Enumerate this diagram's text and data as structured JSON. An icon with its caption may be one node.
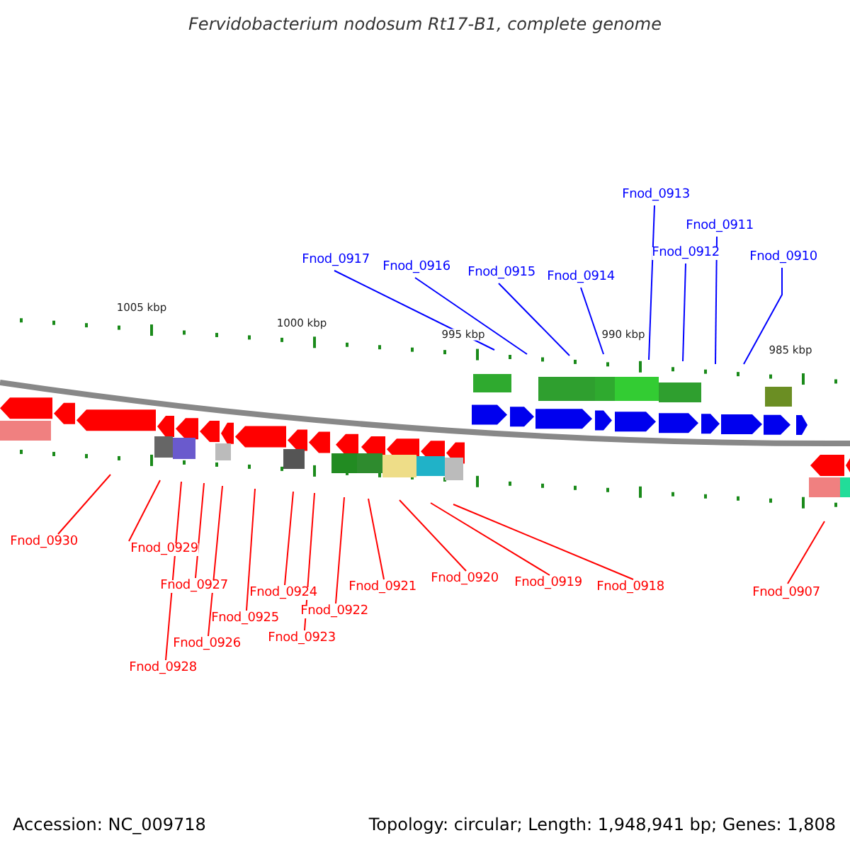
{
  "diagram": {
    "title": "Fervidobacterium nodosum Rt17-B1, complete genome",
    "nodes": [
      {
        "text": [
          "Fnod_0917"
        ]
      },
      {
        "text": [
          "Fnod_0916"
        ]
      },
      {
        "text": [
          "Fnod_0915"
        ]
      },
      {
        "text": [
          "Fnod_0914"
        ]
      },
      {
        "text": [
          "Fnod_0913"
        ]
      },
      {
        "text": [
          "Fnod_0912"
        ]
      },
      {
        "text": [
          "Fnod_0911"
        ]
      },
      {
        "text": [
          "Fnod_0910"
        ]
      },
      {
        "text": [
          "Fnod_0930"
        ]
      },
      {
        "text": [
          "Fnod_0929"
        ]
      },
      {
        "text": [
          "Fnod_0928"
        ]
      },
      {
        "text": [
          "Fnod_0927"
        ]
      },
      {
        "text": [
          "Fnod_0926"
        ]
      },
      {
        "text": [
          "Fnod_0925"
        ]
      },
      {
        "text": [
          "Fnod_0924"
        ]
      },
      {
        "text": [
          "Fnod_0923"
        ]
      },
      {
        "text": [
          "Fnod_0922"
        ]
      },
      {
        "text": [
          "Fnod_0921"
        ]
      },
      {
        "text": [
          "Fnod_0920"
        ]
      },
      {
        "text": [
          "Fnod_0919"
        ]
      },
      {
        "text": [
          "Fnod_0918"
        ]
      },
      {
        "text": [
          "Fnod_0907"
        ]
      }
    ],
    "edges": [
      {
        "from": 0,
        "to": null,
        "arrow": "none",
        "color": "#0000ff"
      },
      {
        "from": 1,
        "to": null,
        "arrow": "none",
        "color": "#0000ff"
      },
      {
        "from": 2,
        "to": null,
        "arrow": "none",
        "color": "#0000ff"
      },
      {
        "from": 3,
        "to": null,
        "arrow": "none",
        "color": "#0000ff"
      },
      {
        "from": 4,
        "to": null,
        "arrow": "none",
        "color": "#0000ff"
      },
      {
        "from": 5,
        "to": null,
        "arrow": "none",
        "color": "#0000ff"
      },
      {
        "from": 6,
        "to": null,
        "arrow": "none",
        "color": "#0000ff"
      },
      {
        "from": 7,
        "to": null,
        "arrow": "none",
        "color": "#0000ff"
      },
      {
        "from": 8,
        "to": null,
        "arrow": "none"
      },
      {
        "from": 9,
        "to": null,
        "arrow": "none"
      },
      {
        "from": 10,
        "to": null,
        "arrow": "none"
      },
      {
        "from": 11,
        "to": null,
        "arrow": "none"
      },
      {
        "from": 12,
        "to": null,
        "arrow": "none"
      },
      {
        "from": 13,
        "to": null,
        "arrow": "none"
      },
      {
        "from": 14,
        "to": null,
        "arrow": "none"
      },
      {
        "from": 15,
        "to": null,
        "arrow": "none"
      },
      {
        "from": 16,
        "to": null,
        "arrow": "none"
      },
      {
        "from": 17,
        "to": null,
        "arrow": "none"
      },
      {
        "from": 18,
        "to": null,
        "arrow": "none"
      },
      {
        "from": 19,
        "to": null,
        "arrow": "none"
      },
      {
        "from": 20,
        "to": null,
        "arrow": "none"
      },
      {
        "from": 21,
        "to": null,
        "arrow": "none"
      }
    ],
    "labels": [
      "1005 kbp",
      "1000 kbp",
      "995 kbp",
      "990 kbp",
      "985 kbp",
      "Accession: NC_009718",
      "Topology: circular; Length: 1,948,941 bp; Genes: 1,808"
    ]
  }
}
